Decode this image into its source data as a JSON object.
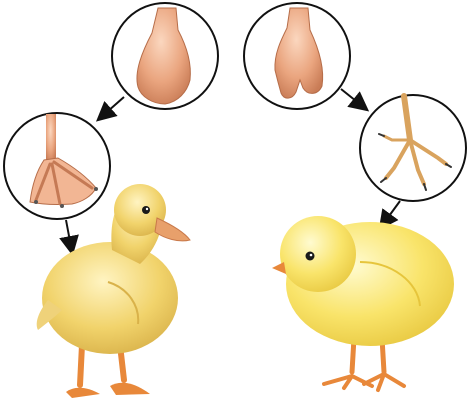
{
  "diagram": {
    "stages": [
      {
        "id": "duck-embryo-foot",
        "kind": "embryonic foot",
        "subject": "duck"
      },
      {
        "id": "chick-embryo-foot",
        "kind": "embryonic foot",
        "subject": "chicken"
      },
      {
        "id": "duck-webbed-foot",
        "kind": "webbed foot",
        "subject": "duck"
      },
      {
        "id": "chicken-clawed-foot",
        "kind": "separated-toe foot",
        "subject": "chicken"
      },
      {
        "id": "duckling",
        "kind": "animal",
        "subject": "duckling"
      },
      {
        "id": "chick",
        "kind": "animal",
        "subject": "chick"
      }
    ],
    "arrows": [
      {
        "from": "duck-embryo-foot",
        "to": "duck-webbed-foot"
      },
      {
        "from": "duck-webbed-foot",
        "to": "duckling"
      },
      {
        "from": "chick-embryo-foot",
        "to": "chicken-clawed-foot"
      },
      {
        "from": "chicken-clawed-foot",
        "to": "chick"
      }
    ]
  },
  "colors": {
    "circle_stroke": "#111111",
    "arrow": "#111111",
    "skin": "#e9a57f",
    "duck_body": "#f2d36b",
    "chick_body": "#f9e46a",
    "beak_leg": "#e8883a"
  }
}
